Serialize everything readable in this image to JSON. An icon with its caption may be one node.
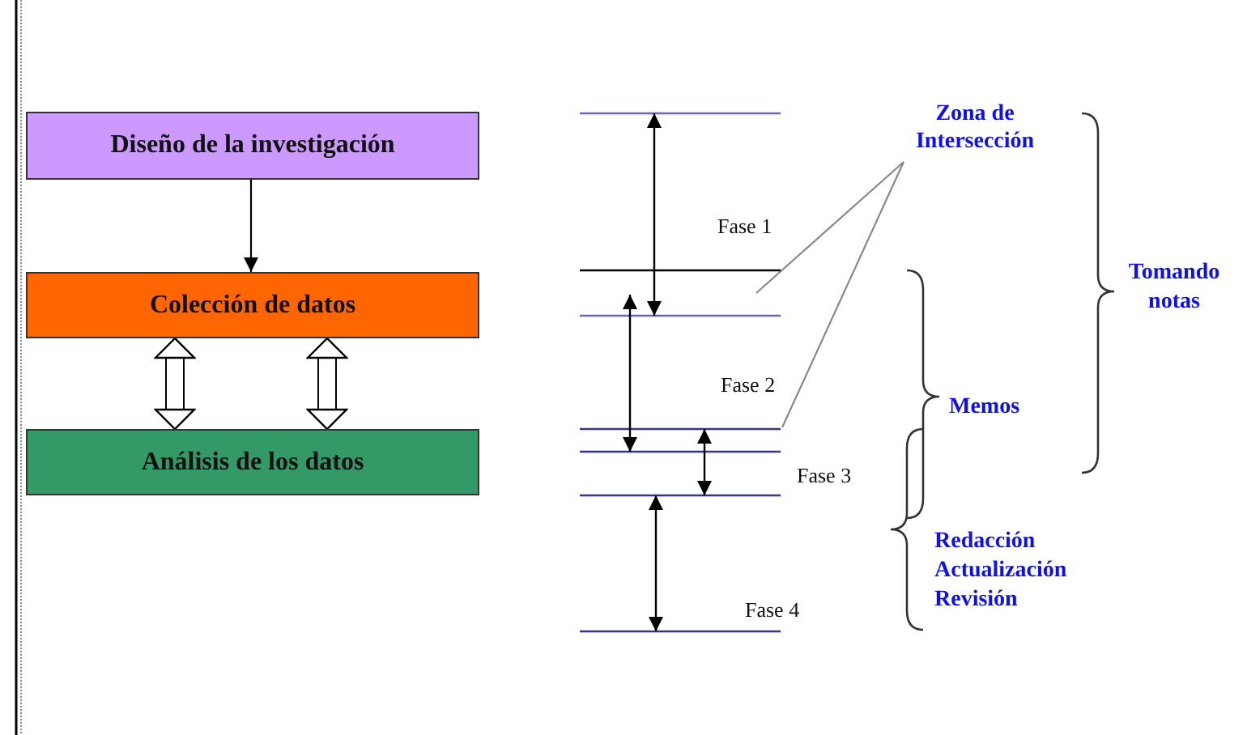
{
  "diagram": {
    "nodes": [
      {
        "text": [
          "Diseño de la investigación"
        ]
      },
      {
        "text": [
          "Colección de datos"
        ]
      },
      {
        "text": [
          "Análisis de los datos"
        ]
      },
      {
        "text": [
          "Zona de Intersección"
        ]
      }
    ],
    "edges": [
      {
        "from": 0,
        "to": 1,
        "arrow": "to",
        "color": "#000000"
      },
      {
        "from": 1,
        "to": 2,
        "arrow": "both"
      },
      {
        "from": 1,
        "to": 2,
        "arrow": "both"
      },
      {
        "from": 3,
        "to": null,
        "arrow": "none"
      },
      {
        "from": 3,
        "to": null,
        "arrow": "none"
      }
    ],
    "labels": [
      "Fase 1",
      "Fase 2",
      "Fase 3",
      "Fase 4",
      "Tomando notas",
      "Memos",
      "Redacción Actualización Revisión"
    ]
  }
}
